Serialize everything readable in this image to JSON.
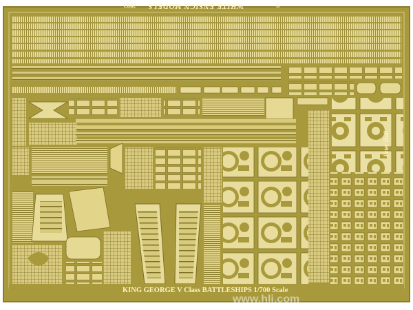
{
  "fret": {
    "maker": "WHITE ENSIGN MODELS",
    "year": "2003",
    "title": "KING GEORGE V Class BATTLESHIPS 1/700 Scale",
    "artist": "Peter Hall",
    "copyright_symbol": "©",
    "watermark": "www.hlj.com"
  },
  "colors": {
    "brass_base": "#a89a3c",
    "brass_light": "#e8dc9a",
    "brass_mid": "#cbbd6b",
    "brass_dark": "#6f6420",
    "label_text": "#fff3c0",
    "watermark": "#ffffff"
  }
}
